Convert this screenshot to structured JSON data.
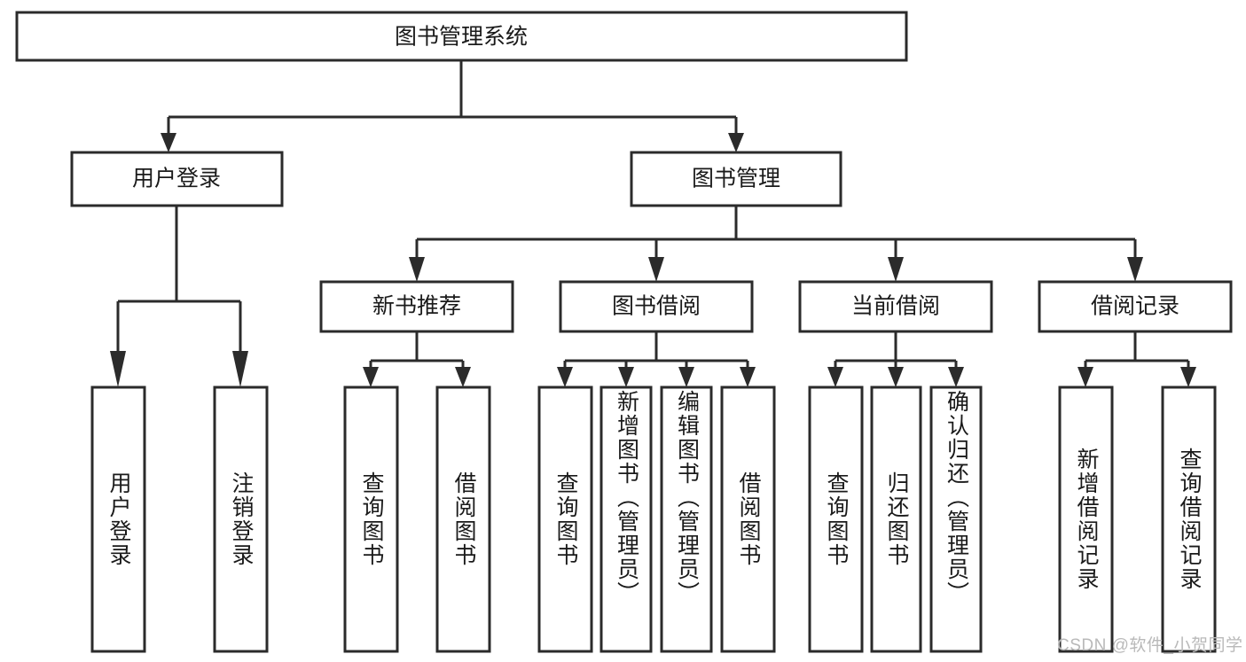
{
  "diagram": {
    "type": "hierarchy-tree",
    "title": "图书管理系统",
    "orientation": "top-down",
    "root": {
      "id": "root",
      "label": "图书管理系统"
    },
    "level2": [
      {
        "id": "user-login",
        "label": "用户登录"
      },
      {
        "id": "book-manage",
        "label": "图书管理"
      }
    ],
    "level3": [
      {
        "id": "new-book-rec",
        "label": "新书推荐",
        "parent": "book-manage"
      },
      {
        "id": "book-borrow",
        "label": "图书借阅",
        "parent": "book-manage"
      },
      {
        "id": "current-borrow",
        "label": "当前借阅",
        "parent": "book-manage"
      },
      {
        "id": "borrow-record",
        "label": "借阅记录",
        "parent": "book-manage"
      }
    ],
    "leaves": [
      {
        "id": "leaf-user-login",
        "label": "用户登录",
        "parent": "user-login"
      },
      {
        "id": "leaf-logout-login",
        "label": "注销登录",
        "parent": "user-login"
      },
      {
        "id": "leaf-query-book-1",
        "label": "查询图书",
        "parent": "new-book-rec"
      },
      {
        "id": "leaf-borrow-book-1",
        "label": "借阅图书",
        "parent": "new-book-rec"
      },
      {
        "id": "leaf-query-book-2",
        "label": "查询图书",
        "parent": "book-borrow"
      },
      {
        "id": "leaf-add-book",
        "label": "新增图书（管理员）",
        "parent": "book-borrow"
      },
      {
        "id": "leaf-edit-book",
        "label": "编辑图书（管理员）",
        "parent": "book-borrow"
      },
      {
        "id": "leaf-borrow-book-2",
        "label": "借阅图书",
        "parent": "book-borrow"
      },
      {
        "id": "leaf-query-book-3",
        "label": "查询图书",
        "parent": "current-borrow"
      },
      {
        "id": "leaf-return-book",
        "label": "归还图书",
        "parent": "current-borrow"
      },
      {
        "id": "leaf-confirm-return",
        "label": "确认归还（管理员）",
        "parent": "current-borrow"
      },
      {
        "id": "leaf-add-record",
        "label": "新增借阅记录",
        "parent": "borrow-record"
      },
      {
        "id": "leaf-query-record",
        "label": "查询借阅记录",
        "parent": "borrow-record"
      }
    ],
    "colors": {
      "stroke": "#2b2b2b",
      "fill": "#ffffff",
      "text": "#1a1a1a",
      "background": "#ffffff",
      "watermark": "#b9b9b9"
    }
  },
  "watermark": {
    "text": "CSDN @软件_小贺同学"
  }
}
